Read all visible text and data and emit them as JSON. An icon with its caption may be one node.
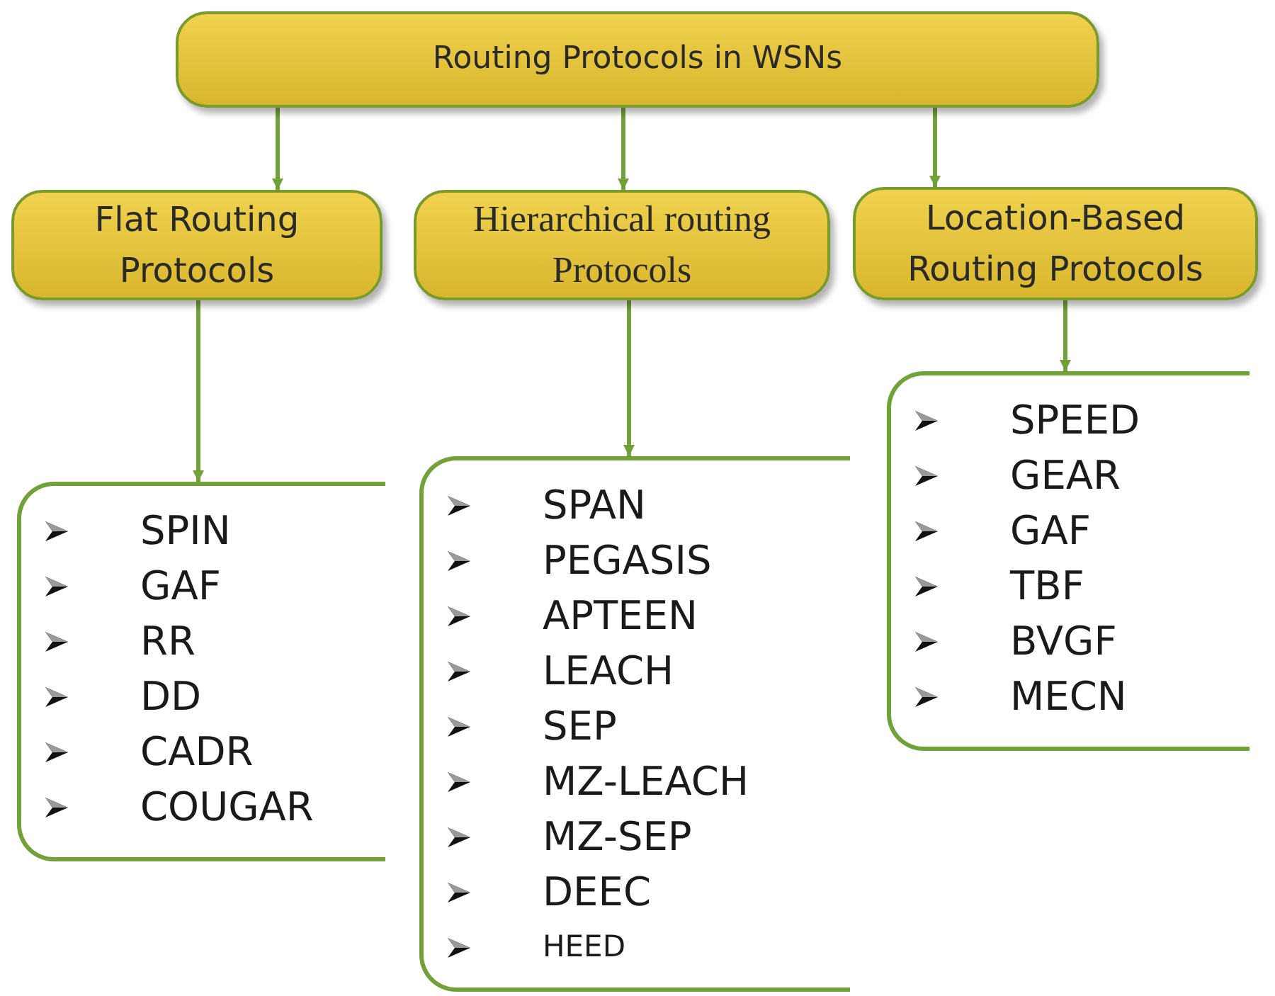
{
  "diagram": {
    "nodes": [
      {
        "text": [
          "Routing Protocols in WSNs"
        ]
      },
      {
        "text": [
          "Flat Routing Protocols"
        ]
      },
      {
        "text": [
          "Hierarchical routing Protocols"
        ]
      },
      {
        "text": [
          "Location-Based Routing Protocols"
        ]
      },
      {
        "text": [
          "SPIN",
          "GAF",
          "RR",
          "DD",
          "CADR",
          "COUGAR"
        ]
      },
      {
        "text": [
          "SPAN",
          "PEGASIS",
          "APTEEN",
          "LEACH",
          "SEP",
          "MZ-LEACH",
          "MZ-SEP",
          "DEEC",
          "HEED"
        ]
      },
      {
        "text": [
          "SPEED",
          "GEAR",
          "GAF",
          "TBF",
          "BVGF",
          "MECN"
        ]
      }
    ],
    "edges": [
      {
        "from": 0,
        "to": 1,
        "arrow": "to"
      },
      {
        "from": 0,
        "to": 2,
        "arrow": "to"
      },
      {
        "from": 0,
        "to": 3,
        "arrow": "to"
      },
      {
        "from": 1,
        "to": 4,
        "arrow": "to"
      },
      {
        "from": 2,
        "to": 5,
        "arrow": "to"
      },
      {
        "from": 3,
        "to": 6,
        "arrow": "to"
      }
    ]
  }
}
